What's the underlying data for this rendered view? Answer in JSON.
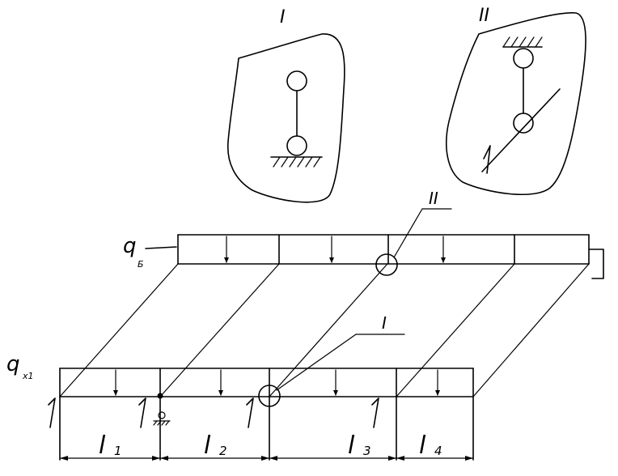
{
  "detail_labels": {
    "detail_1": "I",
    "detail_2": "II"
  },
  "callout_labels": {
    "callout_1": "I",
    "callout_2": "II"
  },
  "load_labels": {
    "upper": {
      "main": "q",
      "sub": "Б"
    },
    "lower": {
      "main": "q",
      "sub": "х1"
    }
  },
  "spans": [
    {
      "main": "l",
      "sub": "1"
    },
    {
      "main": "l",
      "sub": "2"
    },
    {
      "main": "l",
      "sub": "3"
    },
    {
      "main": "l",
      "sub": "4"
    }
  ]
}
